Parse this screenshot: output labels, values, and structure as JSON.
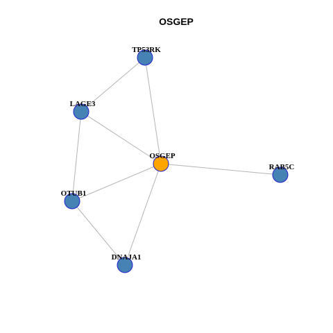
{
  "title": "OSGEP",
  "colors": {
    "center_node": "#ffa500",
    "neighbor_node": "#4682b4",
    "node_border": "#1f1fd1",
    "edge": "#b3b3b3"
  },
  "nodes": [
    {
      "id": "TP53RK",
      "label": "TP53RK",
      "role": "neighbor"
    },
    {
      "id": "LAGE3",
      "label": "LAGE3",
      "role": "neighbor"
    },
    {
      "id": "OSGEP",
      "label": "OSGEP",
      "role": "center"
    },
    {
      "id": "RAB5C",
      "label": "RAB5C",
      "role": "neighbor"
    },
    {
      "id": "OTUB1",
      "label": "OTUB1",
      "role": "neighbor"
    },
    {
      "id": "DNAJA1",
      "label": "DNAJA1",
      "role": "neighbor"
    }
  ],
  "edges": [
    {
      "source": "TP53RK",
      "target": "LAGE3"
    },
    {
      "source": "TP53RK",
      "target": "OSGEP"
    },
    {
      "source": "LAGE3",
      "target": "OSGEP"
    },
    {
      "source": "LAGE3",
      "target": "OTUB1"
    },
    {
      "source": "OSGEP",
      "target": "RAB5C"
    },
    {
      "source": "OSGEP",
      "target": "OTUB1"
    },
    {
      "source": "OSGEP",
      "target": "DNAJA1"
    },
    {
      "source": "OTUB1",
      "target": "DNAJA1"
    }
  ]
}
